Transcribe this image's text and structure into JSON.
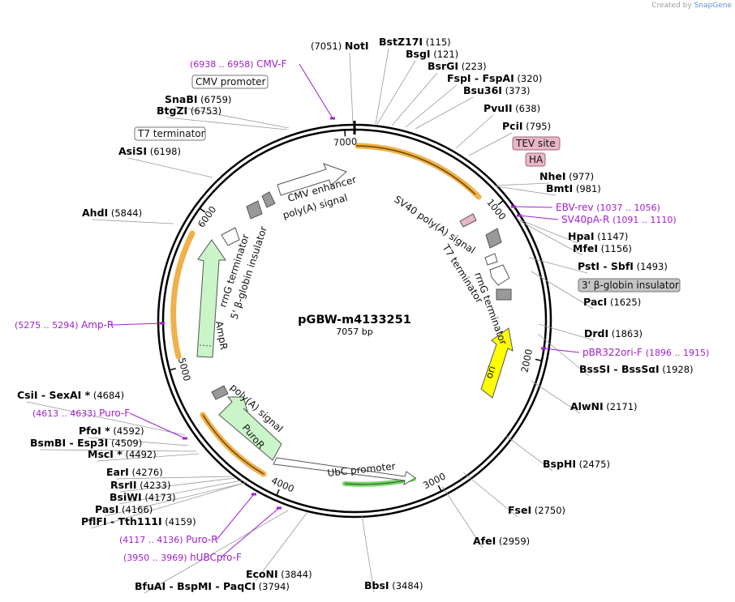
{
  "watermark": {
    "prefix": "Created by",
    "brand": "SnapGene"
  },
  "plasmid": {
    "name": "pGBW-m4133251",
    "length": "7057 bp"
  },
  "ring_ticks": [
    "1000",
    "2000",
    "3000",
    "4000",
    "5000",
    "6000",
    "7000"
  ],
  "sites": [
    {
      "name": "NotI",
      "pos": "(7051)"
    },
    {
      "name": "BstZ17I",
      "pos": "(115)"
    },
    {
      "name": "BsgI",
      "pos": "(121)"
    },
    {
      "name": "BsrGI",
      "pos": "(223)"
    },
    {
      "name": "FspI - FspAI",
      "pos": "(320)"
    },
    {
      "name": "Bsu36I",
      "pos": "(373)"
    },
    {
      "name": "PvuII",
      "pos": "(638)"
    },
    {
      "name": "PciI",
      "pos": "(795)"
    },
    {
      "name": "NheI",
      "pos": "(977)"
    },
    {
      "name": "BmtI",
      "pos": "(981)"
    },
    {
      "name": "HpaI",
      "pos": "(1147)"
    },
    {
      "name": "MfeI",
      "pos": "(1156)"
    },
    {
      "name": "PstI - SbfI",
      "pos": "(1493)"
    },
    {
      "name": "PacI",
      "pos": "(1625)"
    },
    {
      "name": "DrdI",
      "pos": "(1863)"
    },
    {
      "name": "BssSI - BssSαI",
      "pos": "(1928)"
    },
    {
      "name": "AlwNI",
      "pos": "(2171)"
    },
    {
      "name": "BspHI",
      "pos": "(2475)"
    },
    {
      "name": "FseI",
      "pos": "(2750)"
    },
    {
      "name": "AfeI",
      "pos": "(2959)"
    },
    {
      "name": "BbsI",
      "pos": "(3484)"
    },
    {
      "name": "EcoNI",
      "pos": "(3844)"
    },
    {
      "name": "BfuAI - BspMI - PaqCI",
      "pos": "(3794)"
    },
    {
      "name": "PflFI - Tth111I",
      "pos": "(4159)"
    },
    {
      "name": "PasI",
      "pos": "(4166)"
    },
    {
      "name": "BsiWI",
      "pos": "(4173)"
    },
    {
      "name": "RsrII",
      "pos": "(4233)"
    },
    {
      "name": "EarI",
      "pos": "(4276)"
    },
    {
      "name": "MscI *",
      "pos": "(4492)"
    },
    {
      "name": "BsmBI - Esp3I",
      "pos": "(4509)"
    },
    {
      "name": "PfoI *",
      "pos": "(4592)"
    },
    {
      "name": "CsiI - SexAI *",
      "pos": "(4684)"
    },
    {
      "name": "AhdI",
      "pos": "(5844)"
    },
    {
      "name": "AsiSI",
      "pos": "(6198)"
    },
    {
      "name": "BtgZI",
      "pos": "(6753)"
    },
    {
      "name": "SnaBI",
      "pos": "(6759)"
    }
  ],
  "primers": [
    {
      "name": "CMV-F",
      "range": "(6938 .. 6958)"
    },
    {
      "name": "EBV-rev",
      "range": "(1037 .. 1056)"
    },
    {
      "name": "SV40pA-R",
      "range": "(1091 .. 1110)"
    },
    {
      "name": "pBR322ori-F",
      "range": "(1896 .. 1915)"
    },
    {
      "name": "Amp-R",
      "range": "(5275 .. 5294)"
    },
    {
      "name": "Puro-F",
      "range": "(4613 .. 4633)"
    },
    {
      "name": "Puro-R",
      "range": "(4117 .. 4136)"
    },
    {
      "name": "hUBCpro-F",
      "range": "(3950 .. 3969)"
    }
  ],
  "callouts": [
    "CMV promoter",
    "T7 terminator",
    "TEV site",
    "HA",
    "3' β-globin insulator"
  ],
  "features": [
    "CMV enhancer",
    "poly(A) signal",
    "SV40 poly(A) signal",
    "T7 terminator",
    "rrnG terminator",
    "ori",
    "UbC promoter",
    "PuroR",
    "poly(A) signal",
    "AmpR",
    "5' β-globin insulator",
    "rrnG terminator"
  ],
  "colors": {
    "primer": "#a020d0",
    "ori": "#ffff00",
    "resistance": "#c9f5c9",
    "orf": "#f0b04a",
    "tag": "#e8b6c8",
    "insulator": "#b8b8b8"
  }
}
